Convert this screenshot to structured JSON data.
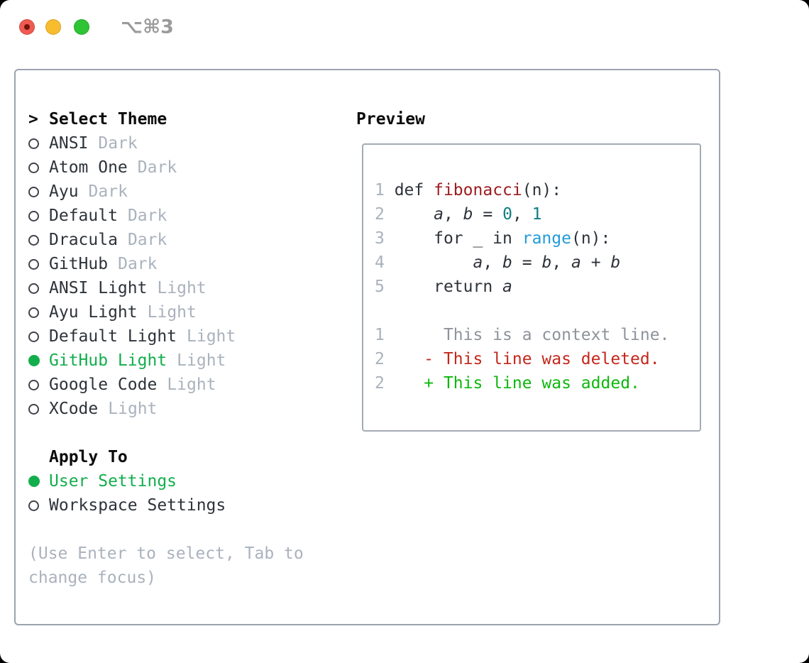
{
  "window": {
    "title": "⌥⌘3",
    "traffic_lights": [
      {
        "icon": "close-circle-icon",
        "color": "#f05a51",
        "has_unsaved_dot": true
      },
      {
        "icon": "minimize-circle-icon",
        "color": "#f8bd2f"
      },
      {
        "icon": "zoom-circle-icon",
        "color": "#2ec433"
      }
    ]
  },
  "colors": {
    "selection_green": "#12ae4c",
    "diff_added_green": "#0db80d",
    "diff_deleted_red": "#c4271b",
    "diff_context_gray": "#8e939b",
    "syntax_function_red": "#9e1b1e",
    "syntax_literal_teal": "#0e7e82",
    "syntax_builtin_blue": "#229bd8",
    "muted_text": "#a9b2bd",
    "panel_border": "#9aa3ae"
  },
  "theme_panel": {
    "header": {
      "marker": ">",
      "label": "Select Theme"
    },
    "icons": {
      "unselected": "circle-outline",
      "selected": "circle-filled"
    },
    "themes": [
      {
        "name": "ANSI",
        "variant": "Dark",
        "selected": false
      },
      {
        "name": "Atom One",
        "variant": "Dark",
        "selected": false
      },
      {
        "name": "Ayu",
        "variant": "Dark",
        "selected": false
      },
      {
        "name": "Default",
        "variant": "Dark",
        "selected": false
      },
      {
        "name": "Dracula",
        "variant": "Dark",
        "selected": false
      },
      {
        "name": "GitHub",
        "variant": "Dark",
        "selected": false
      },
      {
        "name": "ANSI Light",
        "variant": "Light",
        "selected": false
      },
      {
        "name": "Ayu Light",
        "variant": "Light",
        "selected": false
      },
      {
        "name": "Default Light",
        "variant": "Light",
        "selected": false
      },
      {
        "name": "GitHub Light",
        "variant": "Light",
        "selected": true
      },
      {
        "name": "Google Code",
        "variant": "Light",
        "selected": false
      },
      {
        "name": "XCode",
        "variant": "Light",
        "selected": false
      }
    ],
    "apply_to": {
      "label": "Apply To",
      "options": [
        {
          "name": "User Settings",
          "selected": true
        },
        {
          "name": "Workspace Settings",
          "selected": false
        }
      ]
    },
    "hint_lines": [
      "(Use Enter to select, Tab to",
      "change focus)"
    ]
  },
  "preview": {
    "label": "Preview",
    "lines": [
      {
        "num": "1",
        "segments": [
          {
            "t": " def ",
            "c": "base"
          },
          {
            "t": "fibonacci",
            "c": "func"
          },
          {
            "t": "(n):",
            "c": "base"
          }
        ]
      },
      {
        "num": "2",
        "segments": [
          {
            "t": "     ",
            "c": "base"
          },
          {
            "t": "a",
            "c": "var"
          },
          {
            "t": ", ",
            "c": "base"
          },
          {
            "t": "b",
            "c": "var"
          },
          {
            "t": " = ",
            "c": "base"
          },
          {
            "t": "0",
            "c": "num"
          },
          {
            "t": ", ",
            "c": "base"
          },
          {
            "t": "1",
            "c": "num"
          }
        ]
      },
      {
        "num": "3",
        "segments": [
          {
            "t": "     for _ in ",
            "c": "base"
          },
          {
            "t": "range",
            "c": "builtin"
          },
          {
            "t": "(n):",
            "c": "base"
          }
        ]
      },
      {
        "num": "4",
        "segments": [
          {
            "t": "         ",
            "c": "base"
          },
          {
            "t": "a",
            "c": "var"
          },
          {
            "t": ", ",
            "c": "base"
          },
          {
            "t": "b",
            "c": "var"
          },
          {
            "t": " = ",
            "c": "base"
          },
          {
            "t": "b",
            "c": "var"
          },
          {
            "t": ", ",
            "c": "base"
          },
          {
            "t": "a",
            "c": "var"
          },
          {
            "t": " + ",
            "c": "base"
          },
          {
            "t": "b",
            "c": "var"
          }
        ]
      },
      {
        "num": "5",
        "segments": [
          {
            "t": "     return ",
            "c": "base"
          },
          {
            "t": "a",
            "c": "var"
          }
        ]
      },
      {
        "num": "",
        "segments": []
      },
      {
        "num": "1",
        "segments": [
          {
            "t": "      This is a context line.",
            "c": "context"
          }
        ]
      },
      {
        "num": "2",
        "segments": [
          {
            "t": "    - This line was deleted.",
            "c": "deleted"
          }
        ]
      },
      {
        "num": "2",
        "segments": [
          {
            "t": "    + This line was added.",
            "c": "added"
          }
        ]
      }
    ]
  }
}
